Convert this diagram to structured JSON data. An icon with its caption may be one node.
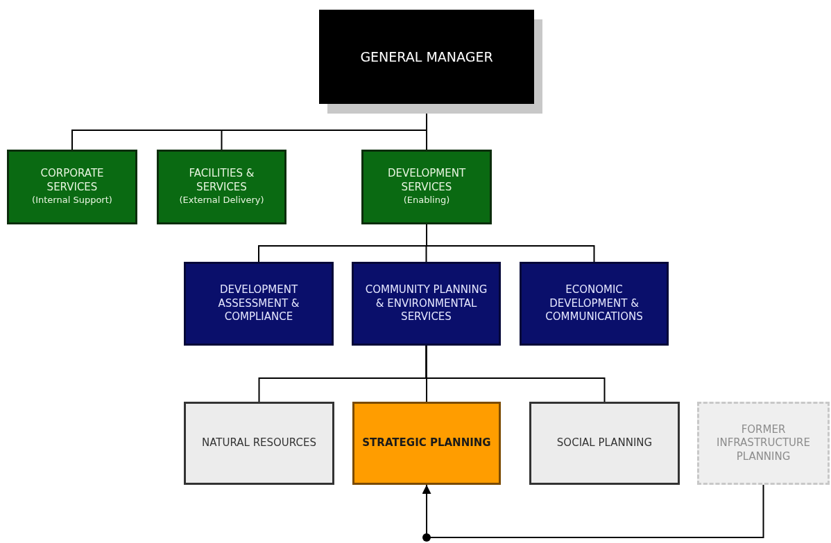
{
  "diagram": {
    "nodes": [
      {
        "text": [
          "GENERAL MANAGER"
        ]
      },
      {
        "text": [
          "CORPORATE SERVICES",
          "(Internal Support)"
        ]
      },
      {
        "text": [
          "FACILITIES & SERVICES",
          "(External Delivery)"
        ]
      },
      {
        "text": [
          "DEVELOPMENT SERVICES",
          "(Enabling)"
        ]
      },
      {
        "text": [
          "DEVELOPMENT ASSESSMENT & COMPLIANCE"
        ]
      },
      {
        "text": [
          "COMMUNITY PLANNING & ENVIRONMENTAL SERVICES"
        ]
      },
      {
        "text": [
          "ECONOMIC DEVELOPMENT & COMMUNICATIONS"
        ]
      },
      {
        "text": [
          "NATURAL RESOURCES"
        ]
      },
      {
        "text": [
          "STRATEGIC PLANNING"
        ]
      },
      {
        "text": [
          "SOCIAL PLANNING"
        ]
      },
      {
        "text": [
          "FORMER INFRASTRUCTURE PLANNING"
        ]
      }
    ],
    "edges": [
      {
        "from": 0,
        "to": 1,
        "arrow": "none"
      },
      {
        "from": 0,
        "to": 2,
        "arrow": "none"
      },
      {
        "from": 0,
        "to": 3,
        "arrow": "none"
      },
      {
        "from": 3,
        "to": 4,
        "arrow": "none"
      },
      {
        "from": 3,
        "to": 5,
        "arrow": "none"
      },
      {
        "from": 3,
        "to": 6,
        "arrow": "none"
      },
      {
        "from": 5,
        "to": 7,
        "arrow": "none"
      },
      {
        "from": 5,
        "to": 8,
        "arrow": "none"
      },
      {
        "from": 5,
        "to": 9,
        "arrow": "none"
      },
      {
        "from": 10,
        "to": 8,
        "arrow": "to"
      }
    ]
  }
}
